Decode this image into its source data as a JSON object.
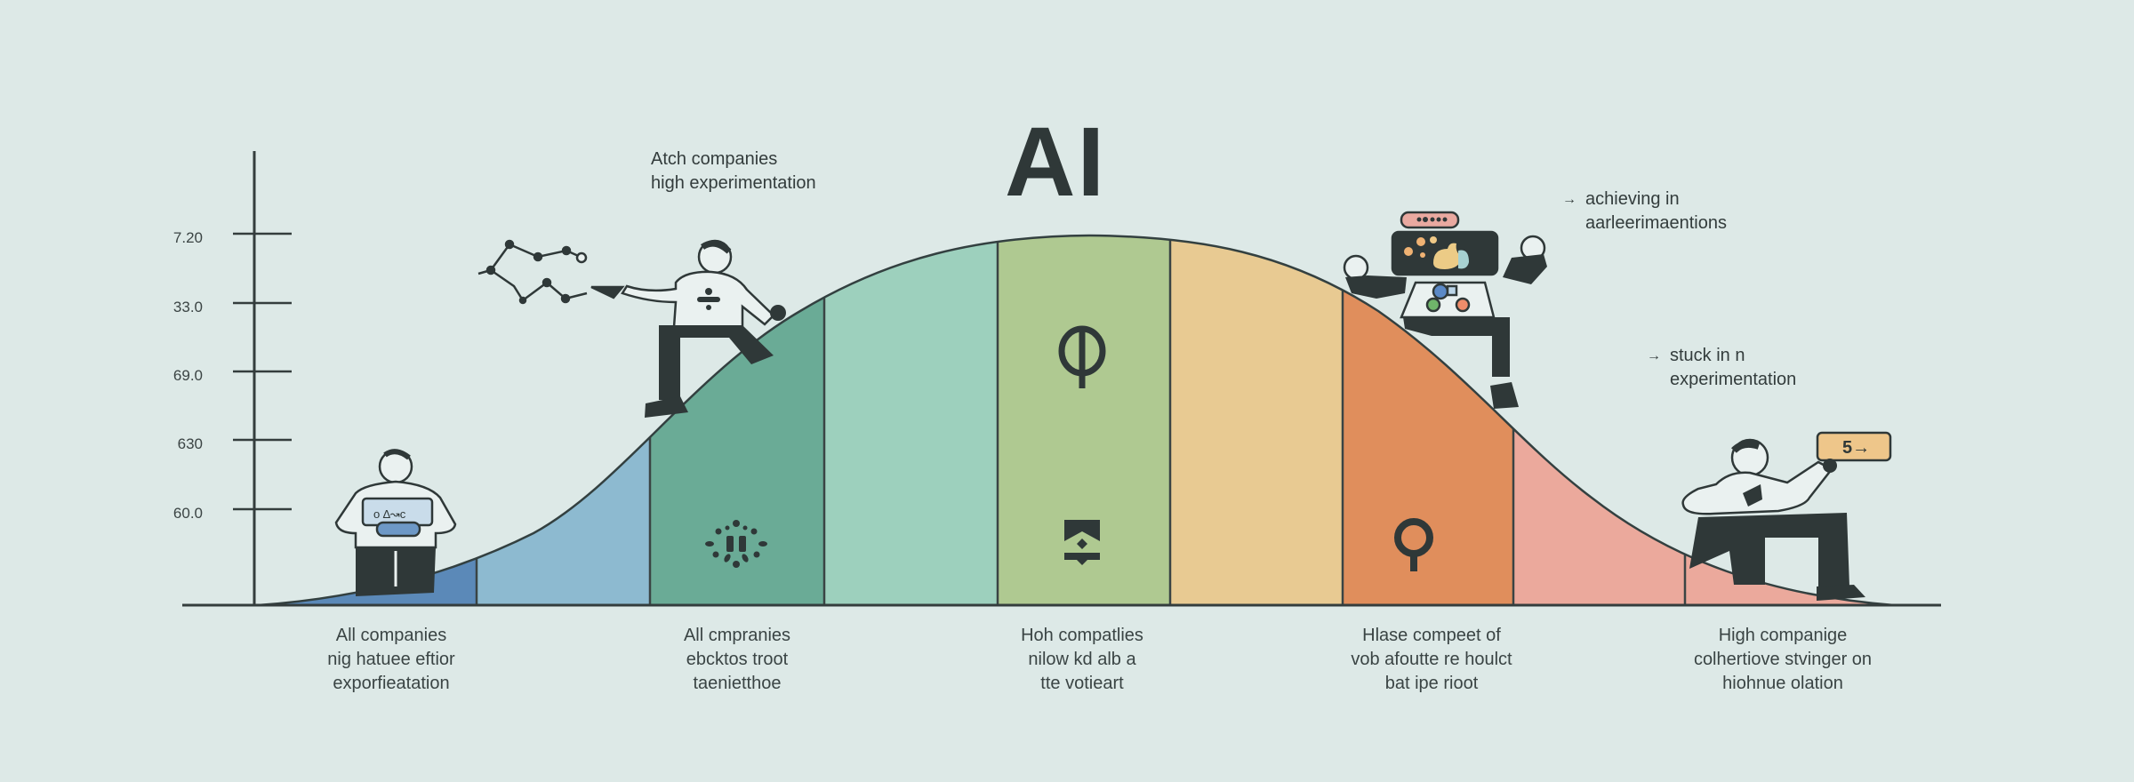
{
  "title": "AI",
  "axis": {
    "y_ticks": [
      "7.20",
      "33.0",
      "69.0",
      "630",
      "60.0"
    ]
  },
  "annotations": {
    "top_left": [
      "Atch companies",
      "high experimentation"
    ],
    "top_right": [
      "achieving in",
      "aarleerimaentions"
    ],
    "mid_right": [
      "stuck in n",
      "experimentation"
    ]
  },
  "captions": [
    {
      "lines": [
        "All companies",
        "nig hatuee eftior",
        "exporfieatation"
      ]
    },
    {
      "lines": [
        "All cmpranies",
        "ebcktos troot",
        "taenietthoe"
      ]
    },
    {
      "lines": [
        "Hoh compatlies",
        "nilow kd alb a",
        "tte votieart"
      ]
    },
    {
      "lines": [
        "Hlase compeet of",
        "vob afoutte re houlct",
        "bat ipe rioot"
      ]
    },
    {
      "lines": [
        "High companige",
        "colhertiove stvinger on",
        "hiohnue olation"
      ]
    }
  ],
  "segments": [
    {
      "name": "segment-1",
      "color": "#5b89b8"
    },
    {
      "name": "segment-2",
      "color": "#8dbad0"
    },
    {
      "name": "segment-3",
      "color": "#6aab96"
    },
    {
      "name": "segment-4",
      "color": "#9dd0bd"
    },
    {
      "name": "segment-5",
      "color": "#afc991"
    },
    {
      "name": "segment-6",
      "color": "#e8ca92"
    },
    {
      "name": "segment-7",
      "color": "#e08e5c"
    },
    {
      "name": "segment-8",
      "color": "#eba99c"
    },
    {
      "name": "segment-9",
      "color": "#eba99c"
    }
  ],
  "badge": {
    "text": "5→"
  },
  "colors": {
    "background": "#dde9e7",
    "ink": "#2f3838",
    "badge": "#eec68a",
    "robot_top": "#e9a9a0"
  }
}
